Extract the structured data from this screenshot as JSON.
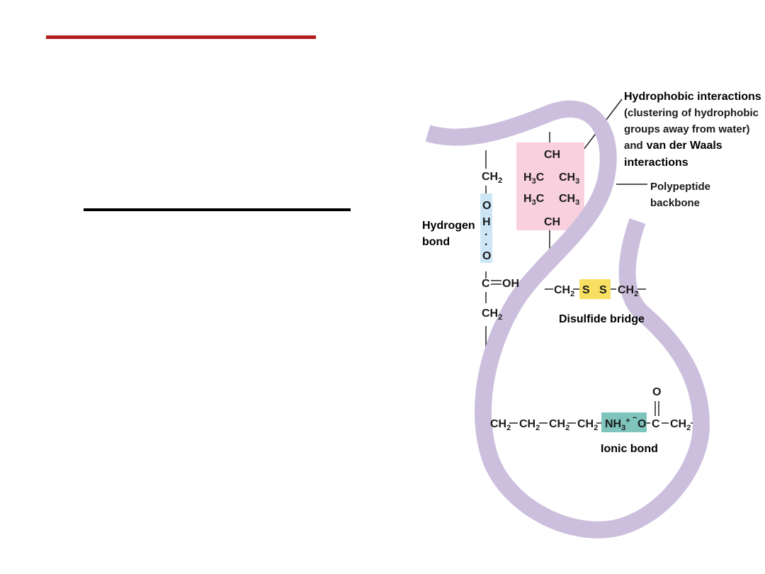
{
  "colors": {
    "accent_rule": "#b21e1e",
    "rule": "#000000",
    "backbone": "#cbbfdd",
    "hydrophobic_box": "#f8d0de",
    "hbond_box": "#cde6f6",
    "disulfide_box": "#f7e061",
    "ionic_box": "#7ec4bc"
  },
  "labels": {
    "hydrophobic_title": "Hydrophobic interactions",
    "hydrophobic_line2": "(clustering of hydrophobic",
    "hydrophobic_line3": "groups away from water)",
    "hydrophobic_and": "and",
    "vdw": "van der Waals",
    "interactions": "interactions",
    "polypeptide_line1": "Polypeptide",
    "polypeptide_line2": "backbone",
    "hydrogen_line1": "Hydrogen",
    "hydrogen_line2": "bond",
    "disulfide": "Disulfide bridge",
    "ionic": "Ionic bond"
  },
  "chem": {
    "ch": "CH",
    "ch_sub": "2",
    "h": "H",
    "c": "C",
    "o": "O",
    "oh": "OH",
    "s": "S",
    "nh": "NH",
    "nh_sub": "3",
    "plus": "+",
    "minus": "−",
    "dot": "·",
    "double_bond": "=",
    "three": "3"
  }
}
